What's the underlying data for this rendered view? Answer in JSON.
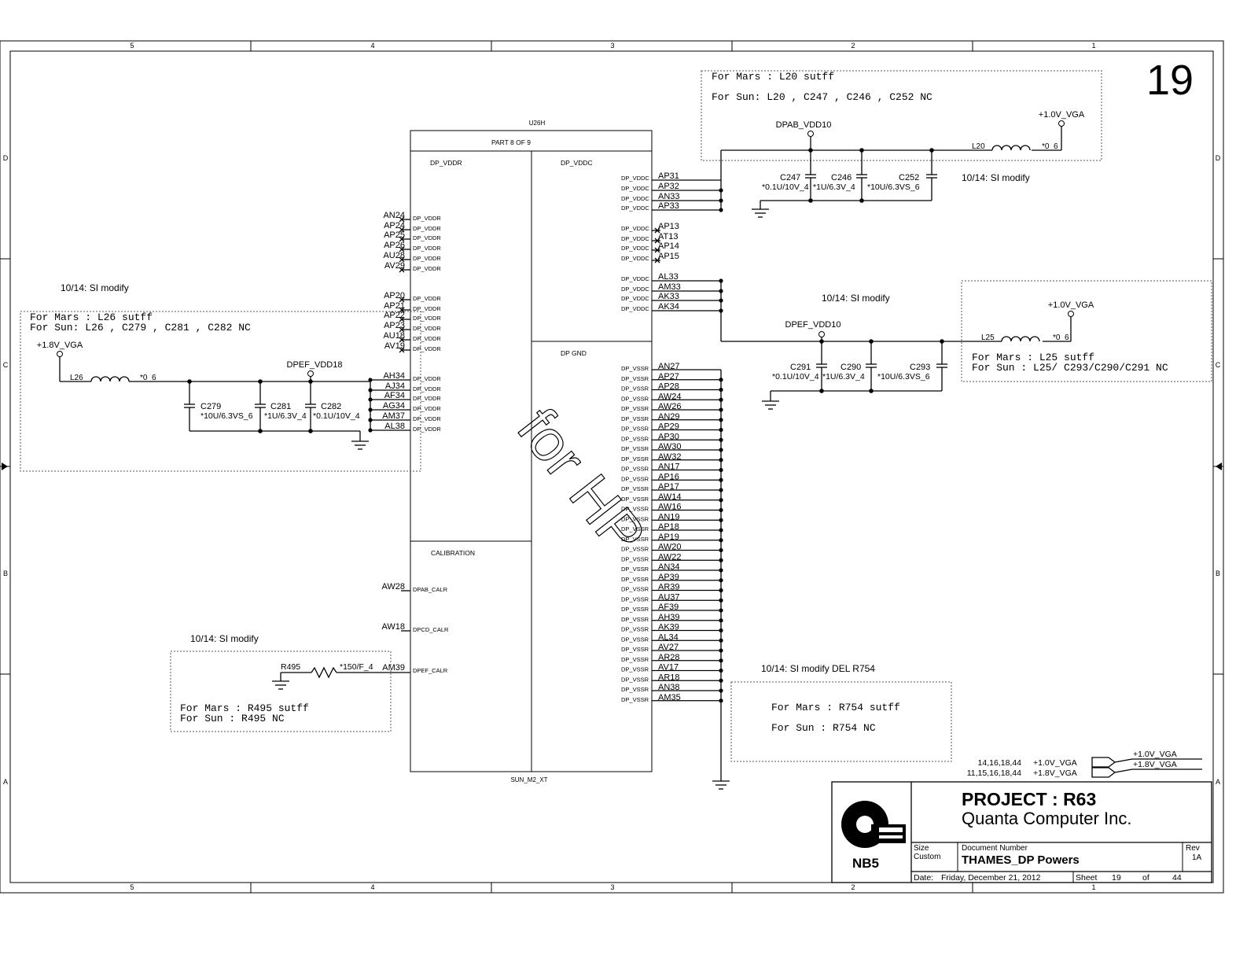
{
  "page_number": "19",
  "border": {
    "col_labels": [
      "5",
      "4",
      "3",
      "2",
      "1"
    ],
    "row_labels": [
      "D",
      "C",
      "B",
      "A"
    ]
  },
  "chip": {
    "ref": "U26H",
    "part": "PART 8 OF 9",
    "footer": "SUN_M2_XT",
    "sections": {
      "vddr": "DP_VDDR",
      "vddc": "DP_VDDC",
      "gnd": "DP GND",
      "calibration": "CALIBRATION"
    },
    "watermark": "for HP"
  },
  "vddc_pins": [
    {
      "ball": "AP31",
      "name": "DP_VDDC"
    },
    {
      "ball": "AP32",
      "name": "DP_VDDC"
    },
    {
      "ball": "AN33",
      "name": "DP_VDDC"
    },
    {
      "ball": "AP33",
      "name": "DP_VDDC"
    },
    {
      "ball": "AP13",
      "name": "DP_VDDC"
    },
    {
      "ball": "AT13",
      "name": "DP_VDDC"
    },
    {
      "ball": "AP14",
      "name": "DP_VDDC"
    },
    {
      "ball": "AP15",
      "name": "DP_VDDC"
    },
    {
      "ball": "AL33",
      "name": "DP_VDDC"
    },
    {
      "ball": "AM33",
      "name": "DP_VDDC"
    },
    {
      "ball": "AK33",
      "name": "DP_VDDC"
    },
    {
      "ball": "AK34",
      "name": "DP_VDDC"
    }
  ],
  "vddr_nc_pins": [
    {
      "ball": "AN24",
      "name": "DP_VDDR"
    },
    {
      "ball": "AP24",
      "name": "DP_VDDR"
    },
    {
      "ball": "AP25",
      "name": "DP_VDDR"
    },
    {
      "ball": "AP26",
      "name": "DP_VDDR"
    },
    {
      "ball": "AU28",
      "name": "DP_VDDR"
    },
    {
      "ball": "AV29",
      "name": "DP_VDDR"
    },
    {
      "ball": "AP20",
      "name": "DP_VDDR"
    },
    {
      "ball": "AP21",
      "name": "DP_VDDR"
    },
    {
      "ball": "AP22",
      "name": "DP_VDDR"
    },
    {
      "ball": "AP23",
      "name": "DP_VDDR"
    },
    {
      "ball": "AU18",
      "name": "DP_VDDR"
    },
    {
      "ball": "AV19",
      "name": "DP_VDDR"
    }
  ],
  "vddr_pins": [
    {
      "ball": "AH34",
      "name": "DP_VDDR"
    },
    {
      "ball": "AJ34",
      "name": "DP_VDDR"
    },
    {
      "ball": "AF34",
      "name": "DP_VDDR"
    },
    {
      "ball": "AG34",
      "name": "DP_VDDR"
    },
    {
      "ball": "AM37",
      "name": "DP_VDDR"
    },
    {
      "ball": "AL38",
      "name": "DP_VDDR"
    }
  ],
  "vssr_pins": [
    {
      "ball": "AN27",
      "name": "DP_VSSR"
    },
    {
      "ball": "AP27",
      "name": "DP_VSSR"
    },
    {
      "ball": "AP28",
      "name": "DP_VSSR"
    },
    {
      "ball": "AW24",
      "name": "DP_VSSR"
    },
    {
      "ball": "AW26",
      "name": "DP_VSSR"
    },
    {
      "ball": "AN29",
      "name": "DP_VSSR"
    },
    {
      "ball": "AP29",
      "name": "DP_VSSR"
    },
    {
      "ball": "AP30",
      "name": "DP_VSSR"
    },
    {
      "ball": "AW30",
      "name": "DP_VSSR"
    },
    {
      "ball": "AW32",
      "name": "DP_VSSR"
    },
    {
      "ball": "AN17",
      "name": "DP_VSSR"
    },
    {
      "ball": "AP16",
      "name": "DP_VSSR"
    },
    {
      "ball": "AP17",
      "name": "DP_VSSR"
    },
    {
      "ball": "AW14",
      "name": "DP_VSSR"
    },
    {
      "ball": "AW16",
      "name": "DP_VSSR"
    },
    {
      "ball": "AN19",
      "name": "DP_VSSR"
    },
    {
      "ball": "AP18",
      "name": "DP_VSSR"
    },
    {
      "ball": "AP19",
      "name": "DP_VSSR"
    },
    {
      "ball": "AW20",
      "name": "DP_VSSR"
    },
    {
      "ball": "AW22",
      "name": "DP_VSSR"
    },
    {
      "ball": "AN34",
      "name": "DP_VSSR"
    },
    {
      "ball": "AP39",
      "name": "DP_VSSR"
    },
    {
      "ball": "AR39",
      "name": "DP_VSSR"
    },
    {
      "ball": "AU37",
      "name": "DP_VSSR"
    },
    {
      "ball": "AF39",
      "name": "DP_VSSR"
    },
    {
      "ball": "AH39",
      "name": "DP_VSSR"
    },
    {
      "ball": "AK39",
      "name": "DP_VSSR"
    },
    {
      "ball": "AL34",
      "name": "DP_VSSR"
    },
    {
      "ball": "AV27",
      "name": "DP_VSSR"
    },
    {
      "ball": "AR28",
      "name": "DP_VSSR"
    },
    {
      "ball": "AV17",
      "name": "DP_VSSR"
    },
    {
      "ball": "AR18",
      "name": "DP_VSSR"
    },
    {
      "ball": "AN38",
      "name": "DP_VSSR"
    },
    {
      "ball": "AM35",
      "name": "DP_VSSR"
    }
  ],
  "cal_pins": [
    {
      "ball": "AW28",
      "name": "DPAB_CALR"
    },
    {
      "ball": "AW18",
      "name": "DPCD_CALR"
    },
    {
      "ball": "AM39",
      "name": "DPEF_CALR"
    }
  ],
  "notes": {
    "dpab_mars": "For Mars : L20  sutff",
    "dpab_sun": "For Sun: L20 , C247 , C246 , C252  NC",
    "si_modify": "10/14: SI modify",
    "dpef_mars": "For Mars : L25 sutff",
    "dpef_sun": "For Sun :  L25/ C293/C290/C291 NC",
    "vddr_mars": "For Mars : L26  sutff",
    "vddr_sun": "For Sun: L26 , C279 , C281 , C282  NC",
    "r495_mars": "For Mars : R495  sutff",
    "r495_sun": "For Sun :  R495 NC",
    "r754_title": "10/14: SI modify DEL R754",
    "r754_mars": "For Mars : R754 sutff",
    "r754_sun": "For Sun :  R754  NC"
  },
  "nets": {
    "v1p0": "+1.0V_VGA",
    "v1p8": "+1.8V_VGA",
    "dpab": "DPAB_VDD10",
    "dpef": "DPEF_VDD10",
    "dpef18": "DPEF_VDD18"
  },
  "parts": {
    "L20": "L20",
    "L20_val": "*0_6",
    "C247": "C247",
    "C247_val": "*0.1U/10V_4",
    "C246": "C246",
    "C246_val": "*1U/6.3V_4",
    "C252": "C252",
    "C252_val": "*10U/6.3VS_6",
    "L25": "L25",
    "L25_val": "*0_6",
    "C291": "C291",
    "C291_val": "*0.1U/10V_4",
    "C290": "C290",
    "C290_val": "*1U/6.3V_4",
    "C293": "C293",
    "C293_val": "*10U/6.3VS_6",
    "L26": "L26",
    "L26_val": "*0_6",
    "C279": "C279",
    "C279_val": "*10U/6.3VS_6",
    "C281": "C281",
    "C281_val": "*1U/6.3V_4",
    "C282": "C282",
    "C282_val": "*0.1U/10V_4",
    "R495": "R495",
    "R495_val": "*150/F_4"
  },
  "offpage": [
    {
      "pages": "14,16,18,44",
      "net": "+1.0V_VGA"
    },
    {
      "pages": "11,15,16,18,44",
      "net": "+1.8V_VGA"
    }
  ],
  "title_block": {
    "project": "PROJECT : R63",
    "company": "Quanta Computer Inc.",
    "division": "NB5",
    "size_label": "Size",
    "size_value": "Custom",
    "docnum_label": "Document Number",
    "docnum_value": "THAMES_DP Powers",
    "rev_label": "Rev",
    "rev_value": "1A",
    "date_label": "Date:",
    "date_value": "Friday, December 21, 2012",
    "sheet_label": "Sheet",
    "sheet_value": "19",
    "of_label": "of",
    "total_value": "44"
  },
  "colors": {
    "ink": "#000000",
    "dash": "#555555",
    "paper": "#ffffff"
  }
}
